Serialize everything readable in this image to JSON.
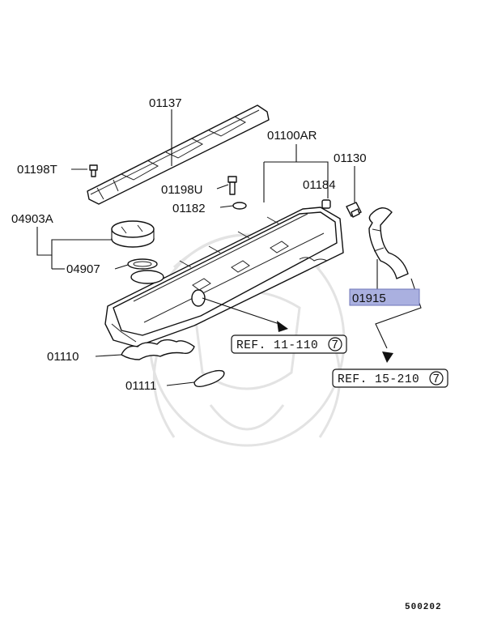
{
  "watermark_icon": "samurai-helmet-watermark",
  "highlight_color": "#aab0e0",
  "labels": {
    "p01137": "01137",
    "p01100AR": "01100AR",
    "p01130": "01130",
    "p01198T": "01198T",
    "p01198U": "01198U",
    "p01184": "01184",
    "p01182": "01182",
    "p04903A": "04903A",
    "p04907": "04907",
    "p01915": "01915",
    "p01110": "01110",
    "p01111": "01111"
  },
  "refs": {
    "ref1_text": "REF. 11-110",
    "ref1_circle": "7",
    "ref2_text": "REF. 15-210",
    "ref2_circle": "7"
  },
  "figure_number": "500202"
}
